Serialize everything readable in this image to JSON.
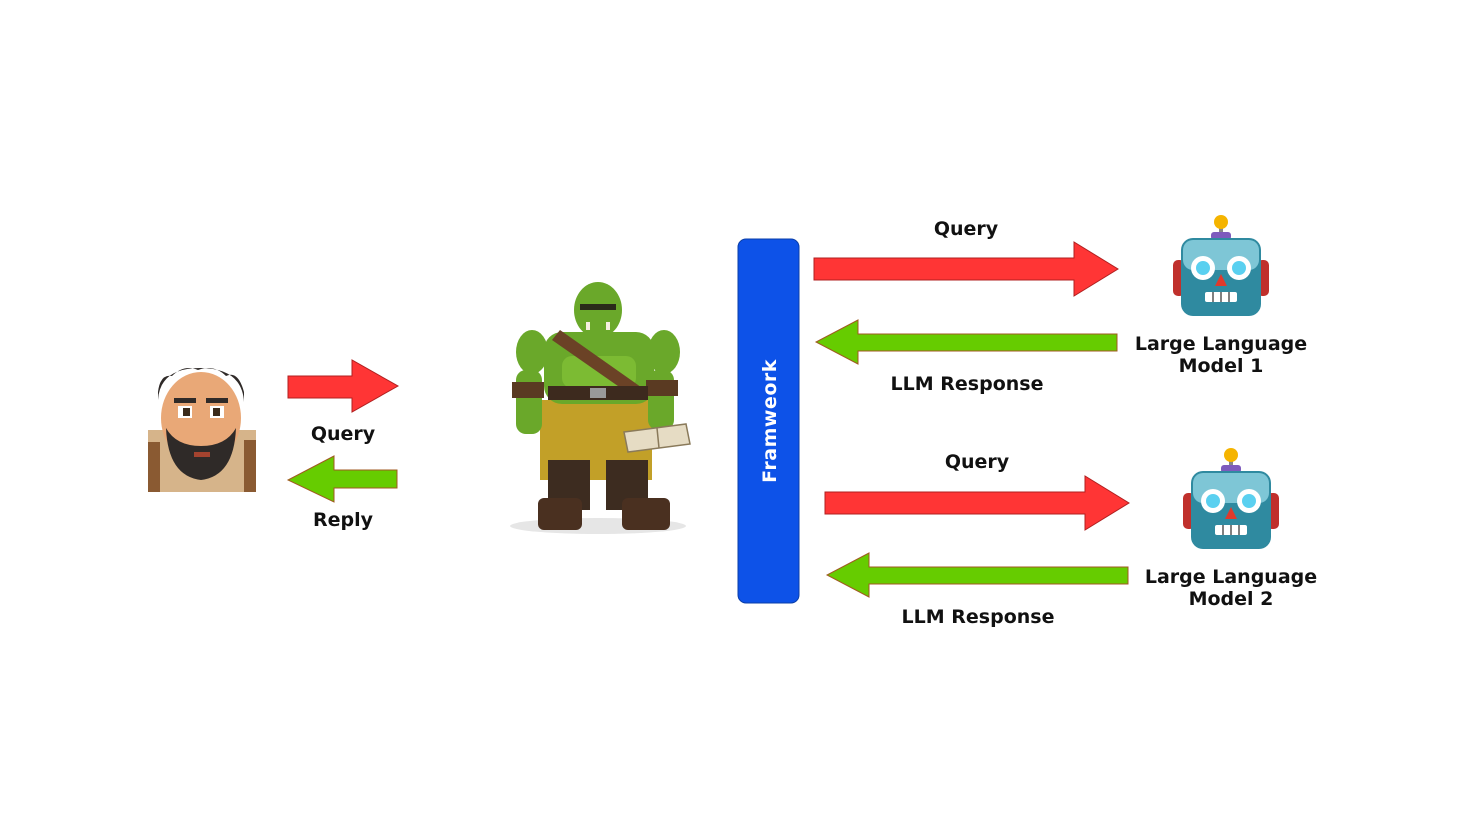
{
  "colors": {
    "query_arrow": "#ff3535",
    "response_arrow": "#66cc00",
    "framework_bar": "#0d52e8",
    "robot_head": "#2f8aa0"
  },
  "icons": {
    "user": "bearded-human-avatar-icon",
    "agent": "green-orc-character-icon",
    "model_1": "robot-face-icon",
    "model_2": "robot-face-icon"
  },
  "user_side": {
    "query_label": "Query",
    "reply_label": "Reply"
  },
  "framework": {
    "label": "Framweork"
  },
  "models": [
    {
      "query_label": "Query",
      "response_label": "LLM Response",
      "name_line1": "Large Language",
      "name_line2": "Model 1"
    },
    {
      "query_label": "Query",
      "response_label": "LLM Response",
      "name_line1": "Large Language",
      "name_line2": "Model 2"
    }
  ]
}
